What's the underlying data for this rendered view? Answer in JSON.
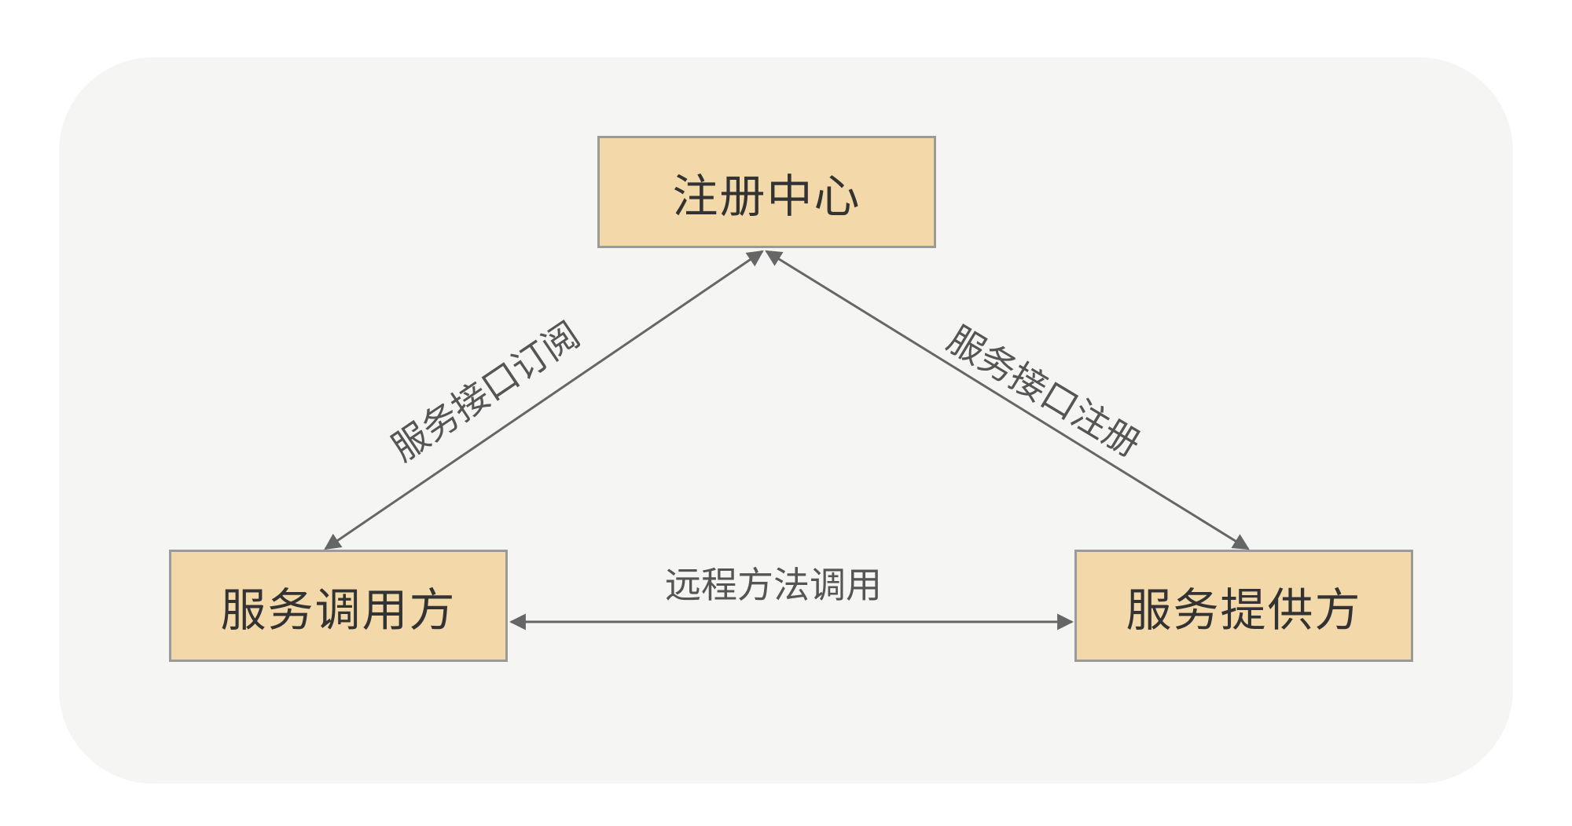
{
  "nodes": {
    "registry": "注册中心",
    "consumer": "服务调用方",
    "provider": "服务提供方"
  },
  "edges": {
    "subscribe": "服务接口订阅",
    "register": "服务接口注册",
    "rpc": "远程方法调用"
  },
  "colors": {
    "background": "#f5f5f4",
    "node_fill": "#f3d9a9",
    "node_border": "#9a9a9a",
    "arrow": "#666666",
    "node_text": "#333333",
    "edge_text": "#555555"
  }
}
